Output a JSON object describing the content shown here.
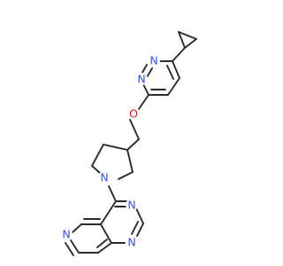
{
  "molecule": {
    "atom_labels": [
      {
        "id": "n_pyridazine_1",
        "text": "N",
        "element": "N"
      },
      {
        "id": "n_pyridazine_2",
        "text": "N",
        "element": "N"
      },
      {
        "id": "o_ether",
        "text": "O",
        "element": "O"
      },
      {
        "id": "n_pyrrolidine",
        "text": "N",
        "element": "N"
      },
      {
        "id": "n_pyrimidine_1",
        "text": "N",
        "element": "N"
      },
      {
        "id": "n_pyrimidine_2",
        "text": "N",
        "element": "N"
      },
      {
        "id": "n_pyridine",
        "text": "N",
        "element": "N"
      }
    ]
  },
  "colors": {
    "bond": "#2b2b2b",
    "N": "#3050f8",
    "O": "#ff0d0d",
    "background": "#ffffff"
  }
}
